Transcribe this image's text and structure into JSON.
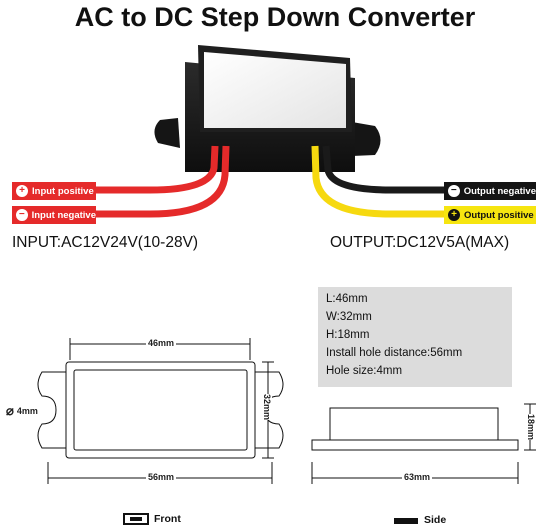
{
  "title": "AC to DC Step Down Converter",
  "labels": {
    "input_positive": "Input positive",
    "input_negative": "Input negative",
    "output_negative": "Output negative",
    "output_positive": "Output positive",
    "input_spec": "INPUT:AC12V24V(10-28V)",
    "output_spec": "OUTPUT:DC12V5A(MAX)"
  },
  "symbols": {
    "plus": "+",
    "minus": "−"
  },
  "specs": {
    "length": "L:46mm",
    "width": "W:32mm",
    "height": "H:18mm",
    "hole_distance": "Install hole distance:56mm",
    "hole_size": "Hole size:4mm"
  },
  "dimensions": {
    "front_top": "46mm",
    "front_bottom": "56mm",
    "front_right": "32mm",
    "hole": "4mm",
    "diameter_symbol": "⌀",
    "side_bottom": "63mm",
    "side_right": "18mm"
  },
  "legend": {
    "front": "Front",
    "side": "Side"
  },
  "colors": {
    "wire_red": "#e52a2a",
    "wire_yellow": "#f6d90f",
    "wire_black": "#1a1a1a",
    "case": "#1c1c1c",
    "label": "#f2f2f2",
    "spec_box": "#dcdcdc"
  }
}
